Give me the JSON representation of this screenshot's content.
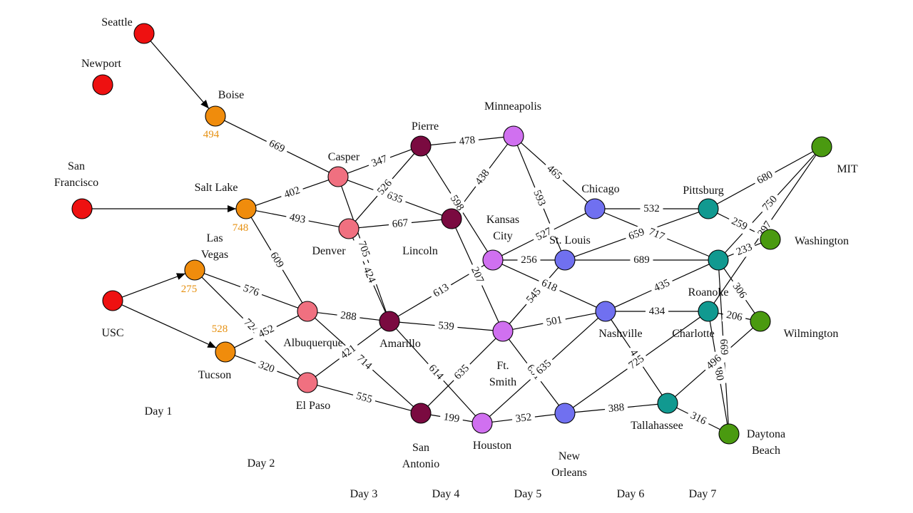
{
  "colors": {
    "red": "#ee1111",
    "orange": "#f08c0c",
    "pink": "#f07080",
    "maroon": "#7a0a40",
    "violet": "#d070f0",
    "blue": "#7070f0",
    "teal": "#119990",
    "green": "#4a9a10",
    "cost_text": "#e69010"
  },
  "nodes": [
    {
      "id": "seattle",
      "label": "Seattle",
      "color": "red"
    },
    {
      "id": "newport",
      "label": "Newport",
      "color": "red"
    },
    {
      "id": "sanfrancisco",
      "label": "San Francisco",
      "color": "red"
    },
    {
      "id": "usc",
      "label": "USC",
      "color": "red"
    },
    {
      "id": "boise",
      "label": "Boise",
      "color": "orange",
      "cost": "494"
    },
    {
      "id": "saltlake",
      "label": "Salt Lake",
      "color": "orange",
      "cost": "748"
    },
    {
      "id": "lasvegas",
      "label": "Las Vegas",
      "color": "orange",
      "cost": "275"
    },
    {
      "id": "tucson",
      "label": "Tucson",
      "color": "orange",
      "cost": "528"
    },
    {
      "id": "casper",
      "label": "Casper",
      "color": "pink"
    },
    {
      "id": "denver",
      "label": "Denver",
      "color": "pink"
    },
    {
      "id": "albuquerque",
      "label": "Albuquerque",
      "color": "pink"
    },
    {
      "id": "elpaso",
      "label": "El Paso",
      "color": "pink"
    },
    {
      "id": "pierre",
      "label": "Pierre",
      "color": "maroon"
    },
    {
      "id": "lincoln",
      "label": "Lincoln",
      "color": "maroon"
    },
    {
      "id": "amarillo",
      "label": "Amarillo",
      "color": "maroon"
    },
    {
      "id": "sanantonio",
      "label": "San Antonio",
      "color": "maroon"
    },
    {
      "id": "minneapolis",
      "label": "Minneapolis",
      "color": "violet"
    },
    {
      "id": "kansascity",
      "label": "Kansas City",
      "color": "violet"
    },
    {
      "id": "ftsmith",
      "label": "Ft. Smith",
      "color": "violet"
    },
    {
      "id": "houston",
      "label": "Houston",
      "color": "violet"
    },
    {
      "id": "chicago",
      "label": "Chicago",
      "color": "blue"
    },
    {
      "id": "stlouis",
      "label": "St. Louis",
      "color": "blue"
    },
    {
      "id": "nashville",
      "label": "Nashville",
      "color": "blue"
    },
    {
      "id": "neworleans",
      "label": "New Orleans",
      "color": "blue"
    },
    {
      "id": "pittsburg",
      "label": "Pittsburg",
      "color": "teal"
    },
    {
      "id": "roanoke",
      "label": "Roanoke",
      "color": "teal"
    },
    {
      "id": "charlotte",
      "label": "Charlotte",
      "color": "teal"
    },
    {
      "id": "tallahassee",
      "label": "Tallahassee",
      "color": "teal"
    },
    {
      "id": "mit",
      "label": "MIT",
      "color": "green"
    },
    {
      "id": "washington",
      "label": "Washington",
      "color": "green"
    },
    {
      "id": "wilmington",
      "label": "Wilmington",
      "color": "green"
    },
    {
      "id": "daytonabeach",
      "label": "Daytona Beach",
      "color": "green"
    }
  ],
  "edges": [
    {
      "from": "seattle",
      "to": "boise",
      "directed": true
    },
    {
      "from": "sanfrancisco",
      "to": "saltlake",
      "directed": true
    },
    {
      "from": "usc",
      "to": "lasvegas",
      "directed": true
    },
    {
      "from": "usc",
      "to": "tucson",
      "directed": true
    },
    {
      "from": "boise",
      "to": "casper",
      "weight": "669"
    },
    {
      "from": "saltlake",
      "to": "casper",
      "weight": "402"
    },
    {
      "from": "saltlake",
      "to": "denver",
      "weight": "493"
    },
    {
      "from": "saltlake",
      "to": "albuquerque",
      "weight": "609"
    },
    {
      "from": "lasvegas",
      "to": "albuquerque",
      "weight": "576"
    },
    {
      "from": "lasvegas",
      "to": "elpaso",
      "weight": "724"
    },
    {
      "from": "tucson",
      "to": "albuquerque",
      "weight": "452"
    },
    {
      "from": "tucson",
      "to": "elpaso",
      "weight": "320"
    },
    {
      "from": "casper",
      "to": "pierre",
      "weight": "347"
    },
    {
      "from": "casper",
      "to": "lincoln",
      "weight": "635"
    },
    {
      "from": "casper",
      "to": "amarillo",
      "weight": "705"
    },
    {
      "from": "denver",
      "to": "pierre",
      "weight": "526"
    },
    {
      "from": "denver",
      "to": "lincoln",
      "weight": "667"
    },
    {
      "from": "denver",
      "to": "amarillo",
      "weight": "424"
    },
    {
      "from": "albuquerque",
      "to": "amarillo",
      "weight": "288"
    },
    {
      "from": "albuquerque",
      "to": "sanantonio",
      "weight": "714"
    },
    {
      "from": "elpaso",
      "to": "amarillo",
      "weight": "421"
    },
    {
      "from": "elpaso",
      "to": "sanantonio",
      "weight": "555"
    },
    {
      "from": "pierre",
      "to": "minneapolis",
      "weight": "478"
    },
    {
      "from": "pierre",
      "to": "kansascity",
      "weight": "598"
    },
    {
      "from": "lincoln",
      "to": "minneapolis",
      "weight": "438"
    },
    {
      "from": "lincoln",
      "to": "ftsmith",
      "weight": "207"
    },
    {
      "from": "amarillo",
      "to": "kansascity",
      "weight": "613"
    },
    {
      "from": "amarillo",
      "to": "ftsmith",
      "weight": "539"
    },
    {
      "from": "amarillo",
      "to": "houston",
      "weight": "614"
    },
    {
      "from": "sanantonio",
      "to": "ftsmith",
      "weight": "635"
    },
    {
      "from": "sanantonio",
      "to": "houston",
      "weight": "199"
    },
    {
      "from": "minneapolis",
      "to": "chicago",
      "weight": "465"
    },
    {
      "from": "minneapolis",
      "to": "stlouis",
      "weight": "593"
    },
    {
      "from": "kansascity",
      "to": "chicago",
      "weight": "527"
    },
    {
      "from": "kansascity",
      "to": "stlouis",
      "weight": "256"
    },
    {
      "from": "kansascity",
      "to": "nashville",
      "weight": "618"
    },
    {
      "from": "ftsmith",
      "to": "stlouis",
      "weight": "545"
    },
    {
      "from": "ftsmith",
      "to": "nashville",
      "weight": "501"
    },
    {
      "from": "ftsmith",
      "to": "neworleans",
      "weight": "601"
    },
    {
      "from": "houston",
      "to": "nashville",
      "weight": "635"
    },
    {
      "from": "houston",
      "to": "neworleans",
      "weight": "352"
    },
    {
      "from": "chicago",
      "to": "pittsburg",
      "weight": "532"
    },
    {
      "from": "chicago",
      "to": "roanoke",
      "weight": "717"
    },
    {
      "from": "stlouis",
      "to": "pittsburg",
      "weight": "659"
    },
    {
      "from": "stlouis",
      "to": "roanoke",
      "weight": "689"
    },
    {
      "from": "nashville",
      "to": "roanoke",
      "weight": "435"
    },
    {
      "from": "nashville",
      "to": "charlotte",
      "weight": "434"
    },
    {
      "from": "nashville",
      "to": "tallahassee",
      "weight": "495"
    },
    {
      "from": "neworleans",
      "to": "tallahassee",
      "weight": "388"
    },
    {
      "from": "neworleans",
      "to": "charlotte",
      "weight": "725"
    },
    {
      "from": "pittsburg",
      "to": "mit",
      "weight": "680"
    },
    {
      "from": "pittsburg",
      "to": "washington",
      "weight": "259"
    },
    {
      "from": "roanoke",
      "to": "washington",
      "weight": "233"
    },
    {
      "from": "roanoke",
      "to": "mit",
      "weight": "750"
    },
    {
      "from": "roanoke",
      "to": "wilmington",
      "weight": "306"
    },
    {
      "from": "roanoke",
      "to": "daytonabeach",
      "weight": "669"
    },
    {
      "from": "charlotte",
      "to": "mit",
      "weight": "397"
    },
    {
      "from": "charlotte",
      "to": "wilmington",
      "weight": "206"
    },
    {
      "from": "charlotte",
      "to": "daytonabeach",
      "weight": "480"
    },
    {
      "from": "tallahassee",
      "to": "wilmington",
      "weight": "496"
    },
    {
      "from": "tallahassee",
      "to": "daytonabeach",
      "weight": "316"
    }
  ],
  "days": [
    "Day 1",
    "Day 2",
    "Day 3",
    "Day 4",
    "Day 5",
    "Day 6",
    "Day 7"
  ]
}
